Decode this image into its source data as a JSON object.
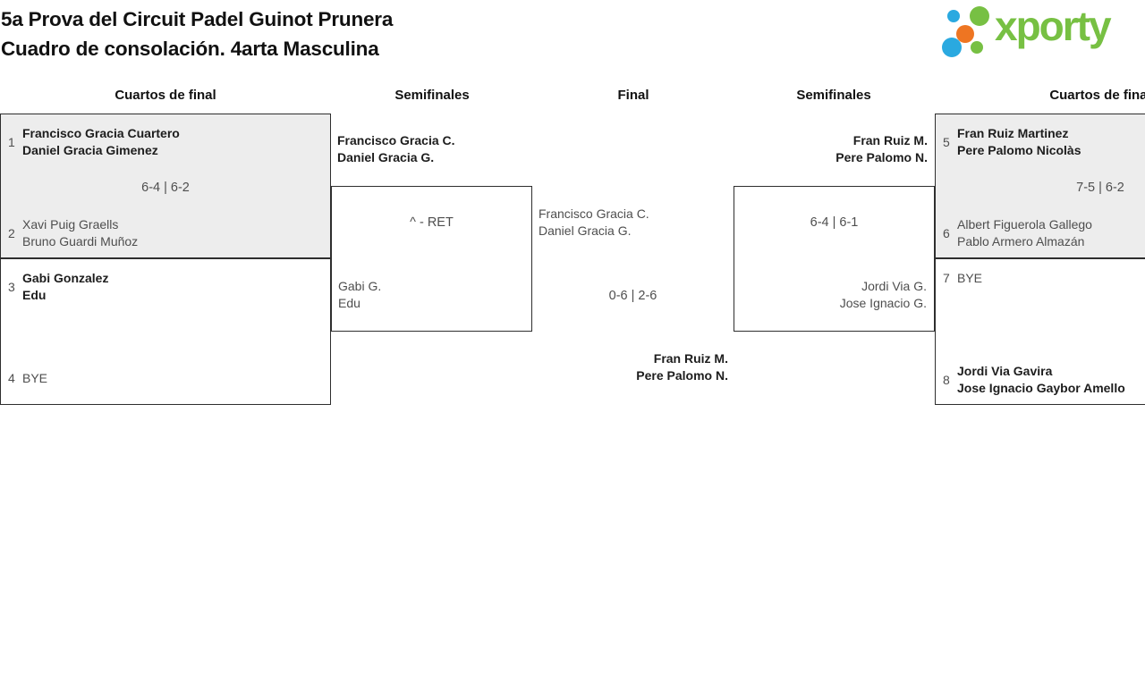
{
  "title": {
    "line1": "5a Prova del Circuit Padel Guinot Prunera",
    "line2": "Cuadro de consolación. 4arta Masculina"
  },
  "logo": {
    "text": "xporty",
    "colors": {
      "green": "#77c043",
      "blue": "#2aa9e0",
      "orange": "#ee7522"
    }
  },
  "round_headers": {
    "quarters_left": "Cuartos de final",
    "semis_left": "Semifinales",
    "final": "Final",
    "semis_right": "Semifinales",
    "quarters_right": "Cuartos de final"
  },
  "matches": {
    "qf1": {
      "seed_top": "1",
      "top_line1": "Francisco Gracia Cuartero",
      "top_line2": "Daniel Gracia Gimenez",
      "score": "6-4 | 6-2",
      "seed_bottom": "2",
      "bottom_line1": "Xavi Puig Graells",
      "bottom_line2": "Bruno Guardi Muñoz"
    },
    "qf2": {
      "seed_top": "3",
      "top_line1": "Gabi Gonzalez",
      "top_line2": "Edu",
      "score": "",
      "seed_bottom": "4",
      "bottom_line1": "BYE"
    },
    "sf1": {
      "winner_line1": "Francisco Gracia C.",
      "winner_line2": "Daniel Gracia G.",
      "score": "^ - RET",
      "loser_line1": "Gabi G.",
      "loser_line2": "Edu"
    },
    "final": {
      "team_a_line1": "Francisco Gracia C.",
      "team_a_line2": "Daniel Gracia G.",
      "score": "0-6 | 2-6",
      "team_b_line1": "Fran Ruiz M.",
      "team_b_line2": "Pere Palomo N."
    },
    "sf2": {
      "winner_line1": "Fran Ruiz M.",
      "winner_line2": "Pere Palomo N.",
      "score": "6-4 | 6-1",
      "loser_line1": "Jordi Via G.",
      "loser_line2": "Jose Ignacio G."
    },
    "qf3": {
      "seed_top": "5",
      "top_line1": "Fran Ruiz Martinez",
      "top_line2": "Pere Palomo Nicolàs",
      "score": "7-5 | 6-2",
      "seed_bottom": "6",
      "bottom_line1": "Albert Figuerola Gallego",
      "bottom_line2": "Pablo Armero Almazán"
    },
    "qf4": {
      "seed_top": "7",
      "top_line1": "BYE",
      "score": "",
      "seed_bottom": "8",
      "bottom_line1": "Jordi Via Gavira",
      "bottom_line2": "Jose Ignacio Gaybor Amello"
    }
  },
  "colors": {
    "box_border": "#2e2e2e",
    "shaded_box_fill": "#ededed",
    "winner_text": "#1d1d1d",
    "secondary_text": "#4e4e4e"
  }
}
